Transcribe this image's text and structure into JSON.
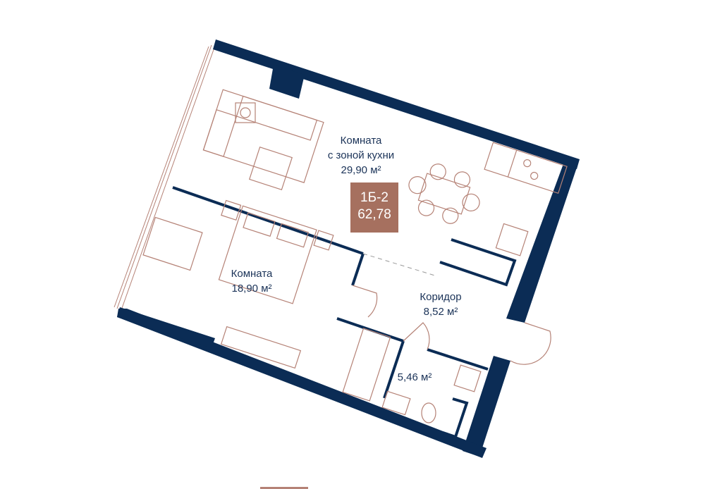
{
  "apartment": {
    "code": "1Б-2",
    "area": "62,78"
  },
  "rooms": [
    {
      "name_line1": "Комната",
      "name_line2": "с зоной кухни",
      "area": "29,90 м²"
    },
    {
      "name": "Комната",
      "area": "18,90 м²"
    },
    {
      "name": "Коридор",
      "area": "8,52 м²"
    },
    {
      "area": "5,46 м²"
    }
  ],
  "colors": {
    "wall": "#0b2c55",
    "accent": "#a6705f",
    "furniture": "#b58276"
  }
}
